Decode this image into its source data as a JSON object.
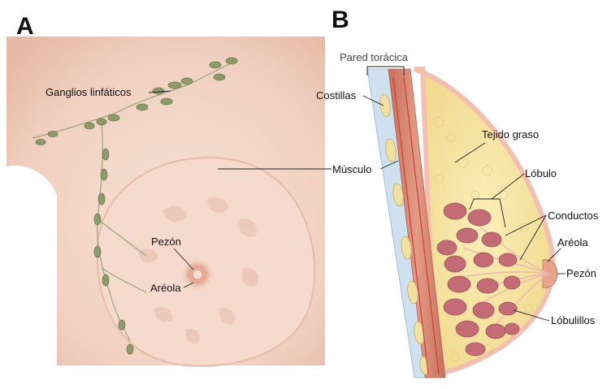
{
  "panel_a": {
    "letter": "A",
    "labels": {
      "lymph_nodes": "Ganglios linfáticos",
      "nipple": "Pezón",
      "areola": "Aréola"
    }
  },
  "panel_b": {
    "letter": "B",
    "labels": {
      "chest_wall": "Pared torácica",
      "ribs": "Costillas",
      "muscle": "Músculo",
      "fatty_tissue": "Tejido graso",
      "lobe": "Lóbulo",
      "ducts": "Conductos",
      "areola": "Aréola",
      "nipple": "Pezón",
      "lobules": "Lóbulillos"
    }
  },
  "colors": {
    "skin": "#f3d6c8",
    "skin_shadow": "#e8b9a6",
    "lymph_node": "#8f9a6a",
    "fat": "#f6e6a4",
    "muscle": "#d88a78",
    "lobule": "#c46c76",
    "chest_wall_blue": "#bfd6ea"
  }
}
